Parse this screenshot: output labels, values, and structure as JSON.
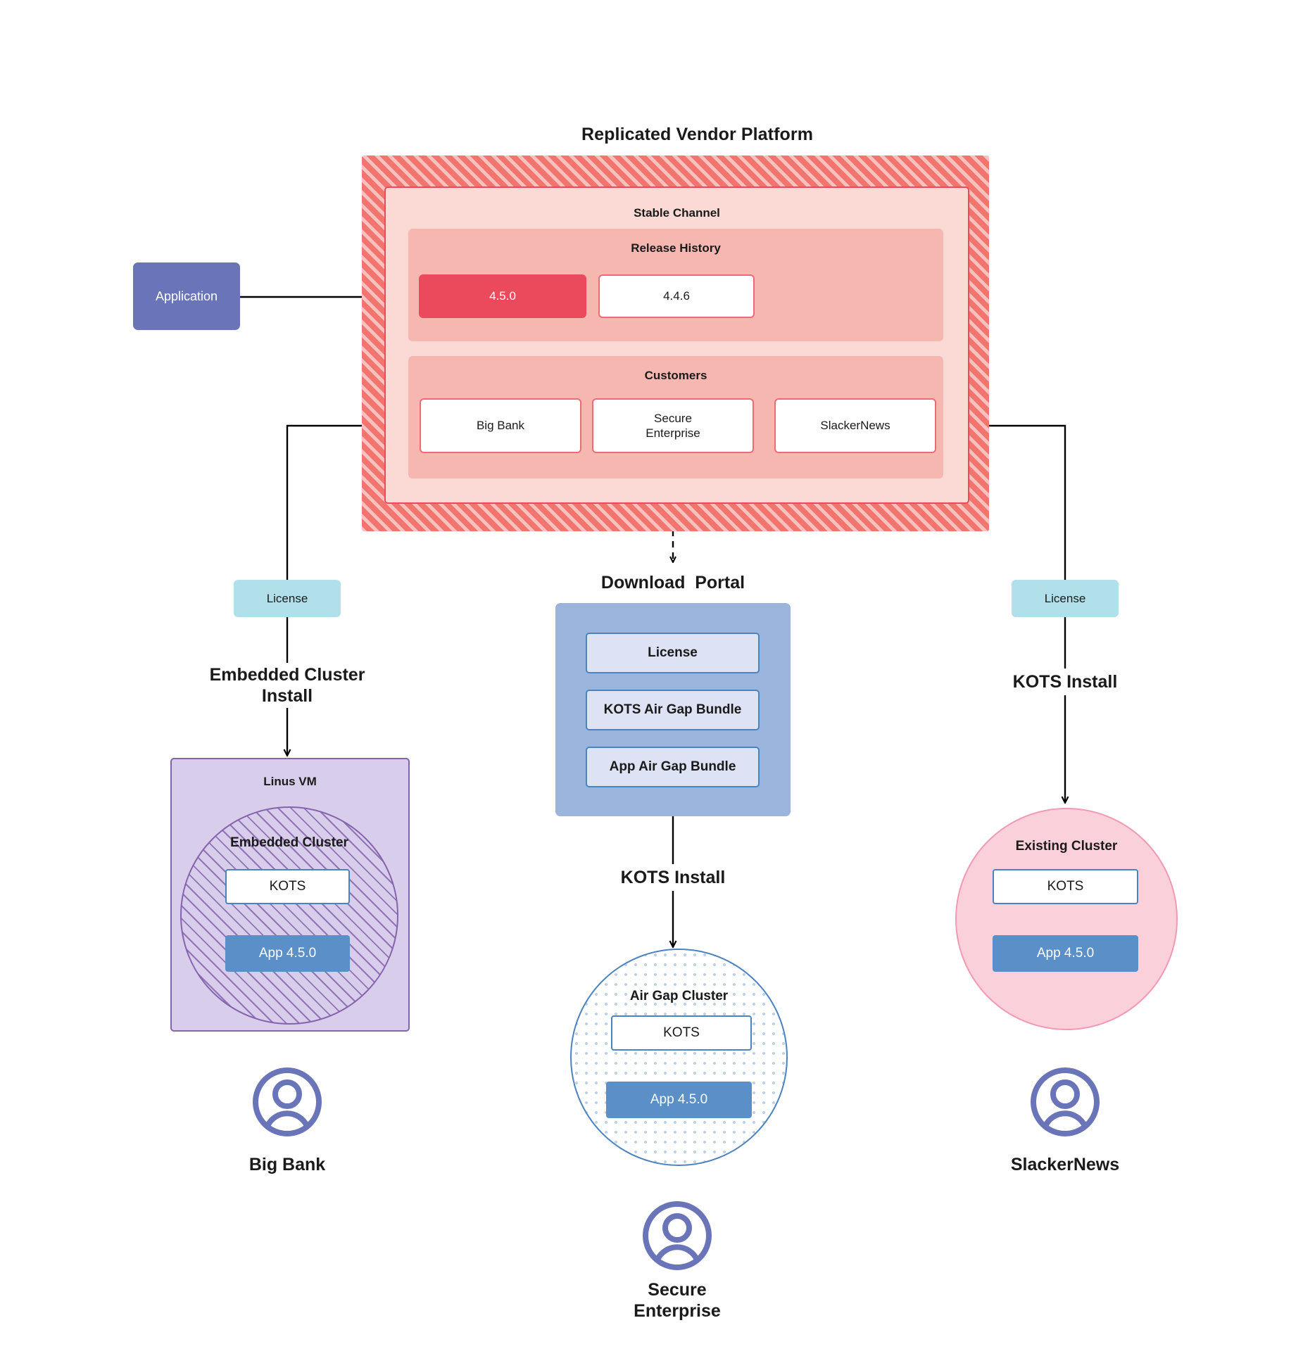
{
  "diagram": {
    "title": "Replicated Vendor Platform",
    "platform": {
      "stable_channel_label": "Stable Channel",
      "release_history": {
        "label": "Release History",
        "releases": [
          {
            "version": "4.5.0",
            "state": "current"
          },
          {
            "version": "4.4.6",
            "state": "previous"
          }
        ]
      },
      "customers": {
        "label": "Customers",
        "items": [
          {
            "name": "Big Bank"
          },
          {
            "name": "Secure\nEnterprise"
          },
          {
            "name": "SlackerNews"
          }
        ]
      }
    },
    "application_node": {
      "label": "Application"
    },
    "left_branch": {
      "license_label": "License",
      "install_label": "Embedded Cluster\nInstall",
      "vm_title": "Linus VM",
      "cluster_title": "Embedded Cluster",
      "kots_label": "KOTS",
      "app_label": "App 4.5.0",
      "customer_name": "Big Bank"
    },
    "center_branch": {
      "portal_title": "Download  Portal",
      "portal_items": [
        {
          "label": "License"
        },
        {
          "label": "KOTS Air Gap Bundle"
        },
        {
          "label": "App Air Gap Bundle"
        }
      ],
      "install_label": "KOTS Install",
      "cluster_title": "Air Gap Cluster",
      "kots_label": "KOTS",
      "app_label": "App 4.5.0",
      "customer_name": "Secure\nEnterprise"
    },
    "right_branch": {
      "license_label": "License",
      "install_label": "KOTS Install",
      "cluster_title": "Existing Cluster",
      "kots_label": "KOTS",
      "app_label": "App 4.5.0",
      "customer_name": "SlackerNews"
    },
    "colors": {
      "platform_hatch": "#F1756E",
      "stable_channel": "#FBDAD6",
      "release_band": "#F7B7B1",
      "release_current": "#EA4A5B",
      "release_border": "#F06A76",
      "application": "#6A74B8",
      "license_chip": "#B2E0EA",
      "vm_fill": "#D8CDEA",
      "vm_border": "#8563AE",
      "portal_fill": "#9BB4DC",
      "portal_item_fill": "#DDE3F4",
      "kots_border": "#4A83C0",
      "app_fill": "#5B8FC7",
      "existing_cluster_fill": "#FAD0DB",
      "existing_cluster_border": "#F299B4",
      "avatar": "#6A74B8",
      "connector": "#000000"
    }
  }
}
